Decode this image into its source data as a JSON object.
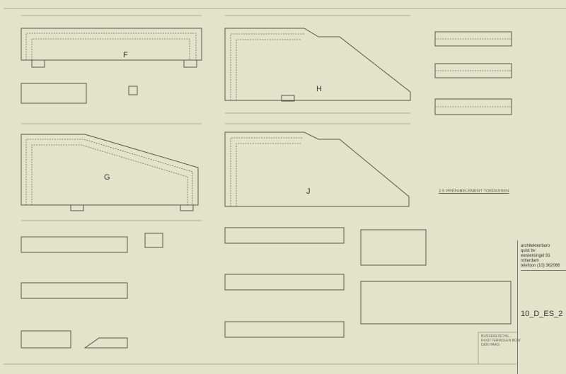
{
  "drawing": {
    "element_labels": [
      "F",
      "H",
      "G",
      "J"
    ],
    "note": "2.5 PREFABELEMENT TOEPASSEN",
    "project_box": [
      "BUSSEKEISCHE...",
      "ROOTTERMOLEN BOW",
      "DEN HAAG"
    ]
  },
  "title_block": {
    "office": [
      "architektenburo",
      "quist bv",
      "westersingel 91",
      "rotterdam",
      "telefoon (10) 362066"
    ],
    "drawing_number": "10_D_ES_2"
  }
}
